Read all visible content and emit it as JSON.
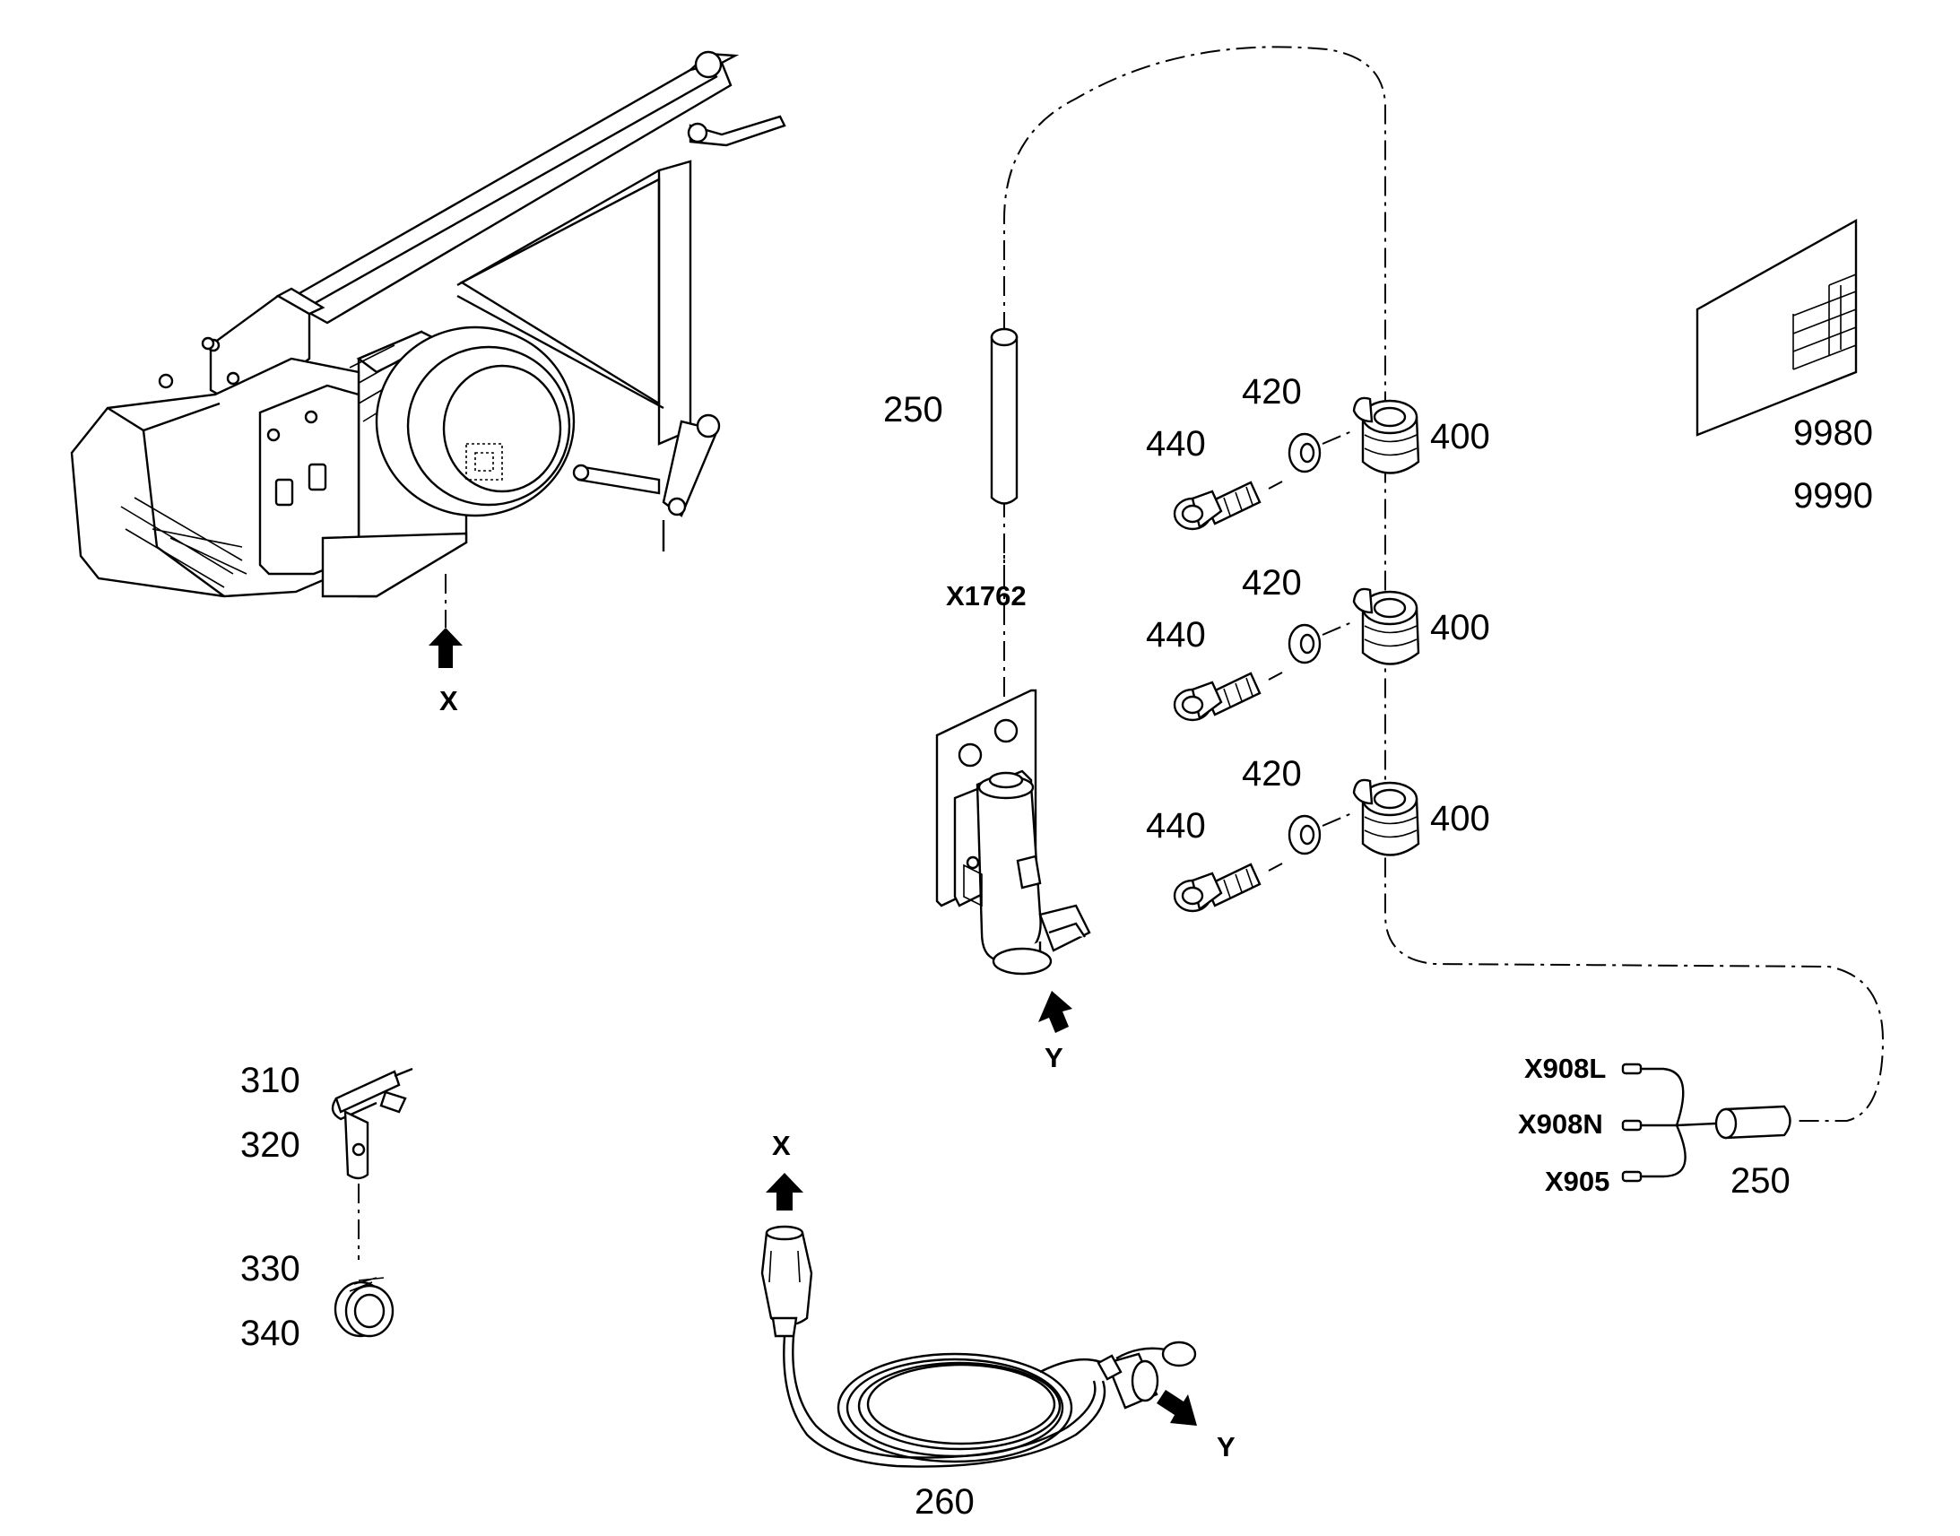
{
  "parts": {
    "p250_top": "250",
    "p420_a": "420",
    "p420_b": "420",
    "p420_c": "420",
    "p440_a": "440",
    "p440_b": "440",
    "p440_c": "440",
    "p400_a": "400",
    "p400_b": "400",
    "p400_c": "400",
    "p9980": "9980",
    "p9990": "9990",
    "p310": "310",
    "p320": "320",
    "p330": "330",
    "p340": "340",
    "p250_bottom": "250",
    "p260": "260"
  },
  "connectors": {
    "x1762": "X1762",
    "x908l": "X908L",
    "x908n": "X908N",
    "x905": "X905"
  },
  "arrows": {
    "x_motor": "X",
    "y_socket": "Y",
    "x_plug": "X",
    "y_plug": "Y"
  }
}
